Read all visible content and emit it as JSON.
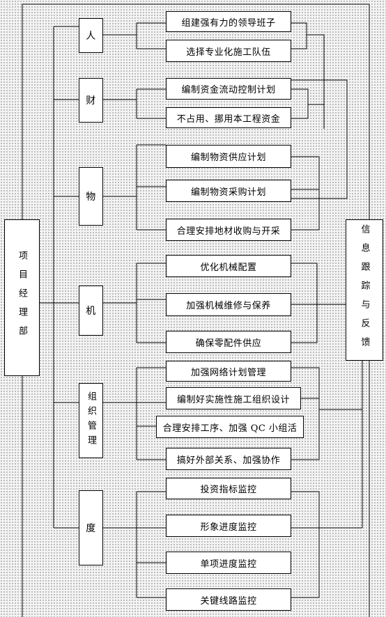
{
  "left_box": {
    "label": "项目经理部"
  },
  "right_box": {
    "label": "信息跟踪与反馈"
  },
  "categories": [
    {
      "label": "人",
      "items": [
        "组建强有力的领导班子",
        "选择专业化施工队伍"
      ]
    },
    {
      "label": "财",
      "items": [
        "编制资金流动控制计划",
        "不占用、挪用本工程资金"
      ]
    },
    {
      "label": "物",
      "items": [
        "编制物资供应计划",
        "编制物资采购计划",
        "合理安排地材收购与开采"
      ]
    },
    {
      "label": "机",
      "items": [
        "优化机械配置",
        "加强机械维修与保养",
        "确保零配件供应"
      ]
    },
    {
      "label": "组织管理",
      "items": [
        "加强网络计划管理",
        "编制好实施性施工组织设计",
        "合理安排工序、加强 QC 小组活",
        "搞好外部关系、加强协作"
      ]
    },
    {
      "label": "度",
      "items": [
        "投资指标监控",
        "形象进度监控",
        "单项进度监控",
        "关键线路监控"
      ]
    }
  ]
}
